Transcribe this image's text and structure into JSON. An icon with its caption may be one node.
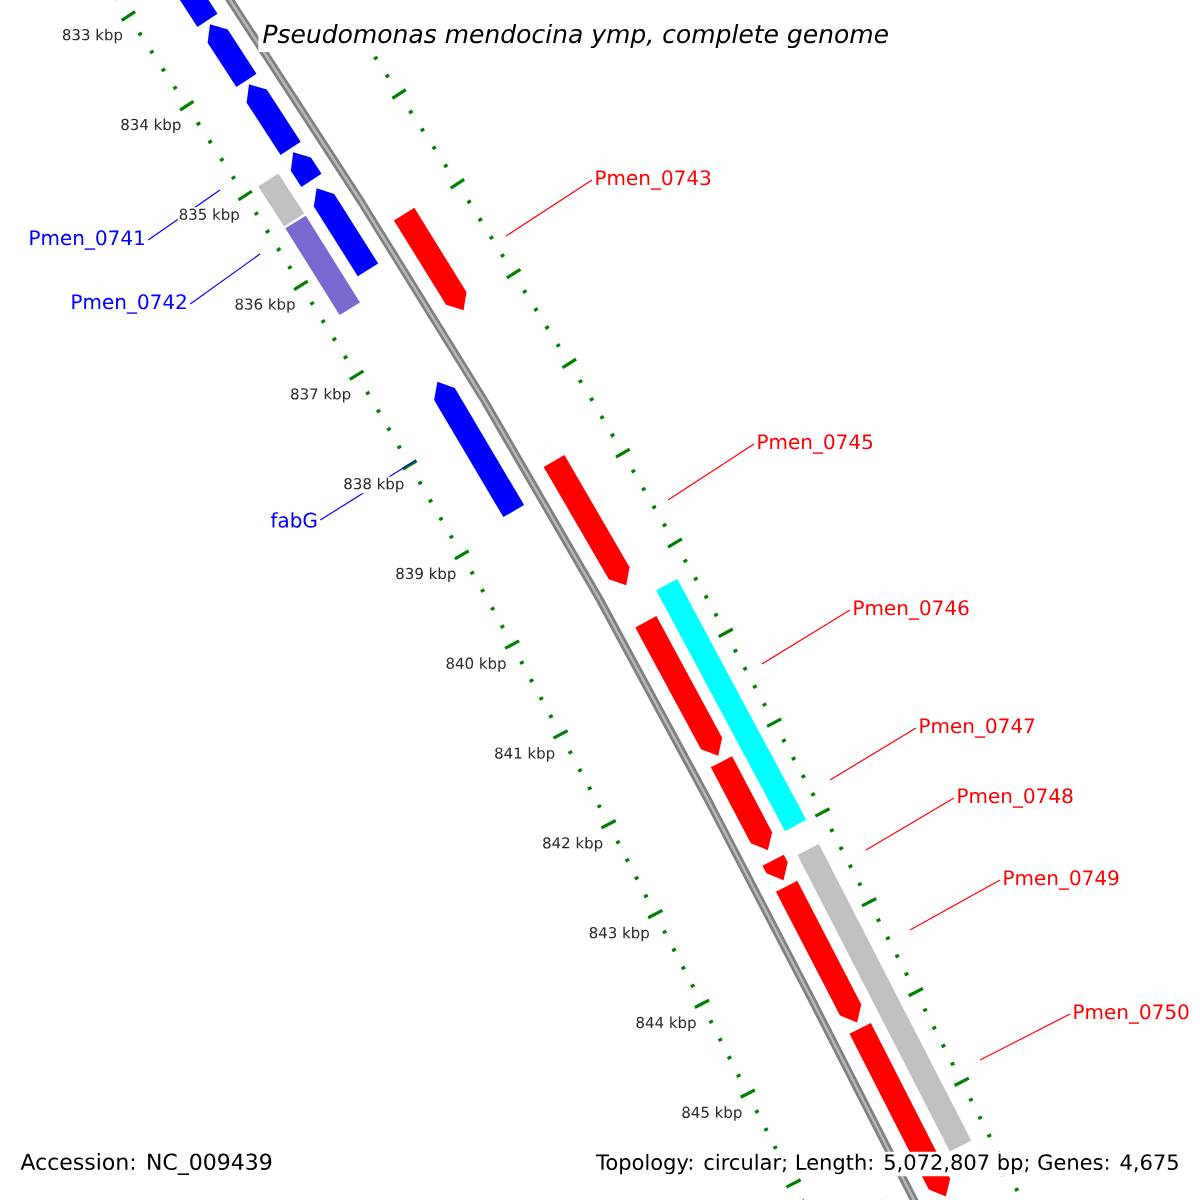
{
  "diagram": {
    "title": "Pseudomonas mendocina ymp, complete genome",
    "nodes": [
      {
        "text": [
          "Pmen_0741"
        ]
      },
      {
        "text": [
          "Pmen_0742"
        ]
      },
      {
        "text": [
          "fabG"
        ]
      },
      {
        "text": [
          "Pmen_0743"
        ]
      },
      {
        "text": [
          "Pmen_0745"
        ]
      },
      {
        "text": [
          "Pmen_0746"
        ]
      },
      {
        "text": [
          "Pmen_0747"
        ]
      },
      {
        "text": [
          "Pmen_0748"
        ]
      },
      {
        "text": [
          "Pmen_0749"
        ]
      },
      {
        "text": [
          "Pmen_0750"
        ]
      }
    ],
    "edges": [
      {
        "from": 0,
        "to": null,
        "arrow": "none",
        "color": "#0000ff"
      },
      {
        "from": 1,
        "to": null,
        "arrow": "none",
        "color": "#0000ff"
      },
      {
        "from": 2,
        "to": null,
        "arrow": "none",
        "color": "#0000ff"
      },
      {
        "from": 3,
        "to": null,
        "arrow": "none"
      },
      {
        "from": 4,
        "to": null,
        "arrow": "none"
      },
      {
        "from": 5,
        "to": null,
        "arrow": "none"
      },
      {
        "from": 6,
        "to": null,
        "arrow": "none"
      },
      {
        "from": 7,
        "to": null,
        "arrow": "none"
      },
      {
        "from": 8,
        "to": null,
        "arrow": "none"
      },
      {
        "from": 9,
        "to": null,
        "arrow": "none"
      }
    ],
    "labels": [
      "833 kbp",
      "834 kbp",
      "835 kbp",
      "836 kbp",
      "837 kbp",
      "838 kbp",
      "839 kbp",
      "840 kbp",
      "841 kbp",
      "842 kbp",
      "843 kbp",
      "844 kbp",
      "845 kbp",
      "Accession: NC_009439",
      "Topology: circular; Length: 5,072,807 bp; Genes: 4,675"
    ]
  }
}
